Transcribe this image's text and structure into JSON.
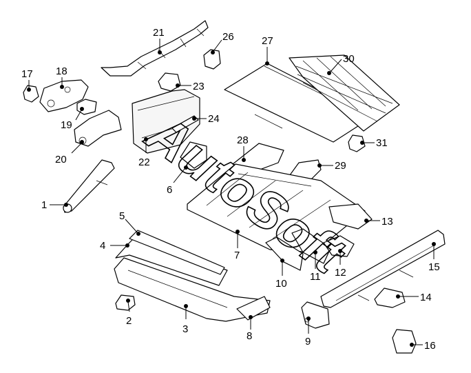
{
  "diagram": {
    "watermark": "AutoSoft",
    "callouts": [
      "1",
      "2",
      "3",
      "4",
      "5",
      "6",
      "7",
      "8",
      "9",
      "10",
      "11",
      "12",
      "13",
      "14",
      "15",
      "16",
      "17",
      "18",
      "19",
      "20",
      "21",
      "22",
      "23",
      "24",
      "26",
      "27",
      "28",
      "29",
      "30",
      "31"
    ]
  }
}
